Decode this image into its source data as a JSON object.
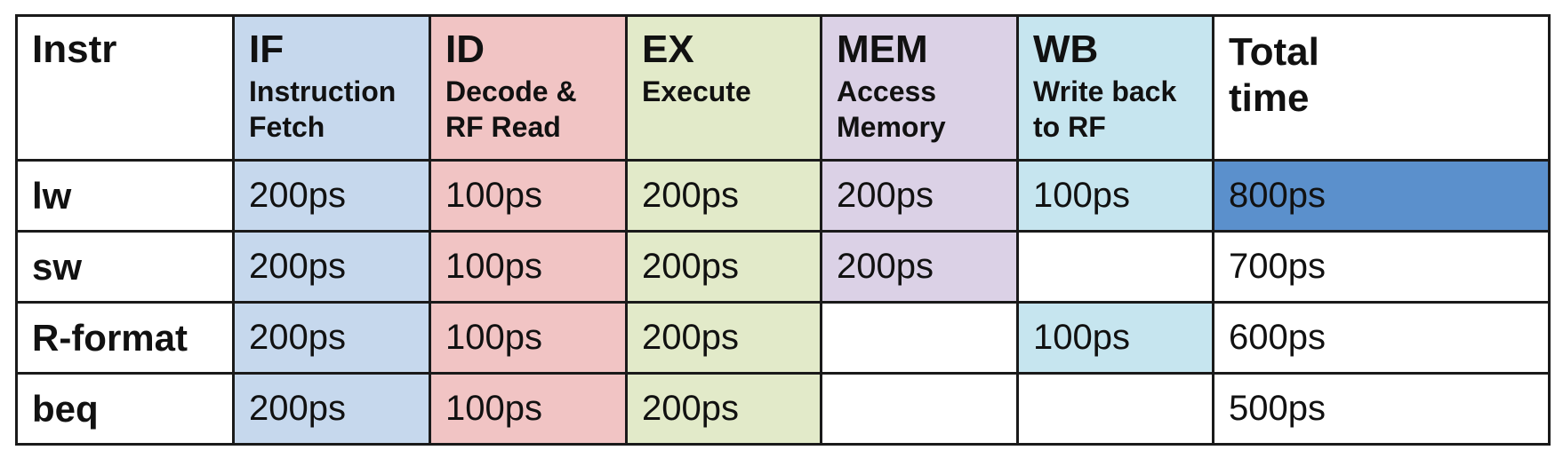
{
  "colors": {
    "if_col": "#c6d8ed",
    "id_col": "#f1c4c4",
    "ex_col": "#e2eac9",
    "mem_col": "#dbd1e6",
    "wb_col": "#c6e5ef",
    "highlight": "#5b90cc",
    "white": "#ffffff",
    "border": "#1a1a1a"
  },
  "header": {
    "instr": "Instr",
    "stages": [
      {
        "abbr": "IF",
        "full": "Instruction\nFetch",
        "color_key": "if_col"
      },
      {
        "abbr": "ID",
        "full": "Decode &\nRF Read",
        "color_key": "id_col"
      },
      {
        "abbr": "EX",
        "full": "Execute",
        "color_key": "ex_col"
      },
      {
        "abbr": "MEM",
        "full": "Access\nMemory",
        "color_key": "mem_col"
      },
      {
        "abbr": "WB",
        "full": "Write back\nto RF",
        "color_key": "wb_col"
      }
    ],
    "total": "Total\ntime"
  },
  "rows": [
    {
      "instr": "lw",
      "if": "200ps",
      "id": "100ps",
      "ex": "200ps",
      "mem": "200ps",
      "wb": "100ps",
      "total": "800ps"
    },
    {
      "instr": "sw",
      "if": "200ps",
      "id": "100ps",
      "ex": "200ps",
      "mem": "200ps",
      "wb": "",
      "total": "700ps"
    },
    {
      "instr": "R-format",
      "if": "200ps",
      "id": "100ps",
      "ex": "200ps",
      "mem": "",
      "wb": "100ps",
      "total": "600ps"
    },
    {
      "instr": "beq",
      "if": "200ps",
      "id": "100ps",
      "ex": "200ps",
      "mem": "",
      "wb": "",
      "total": "500ps"
    }
  ]
}
